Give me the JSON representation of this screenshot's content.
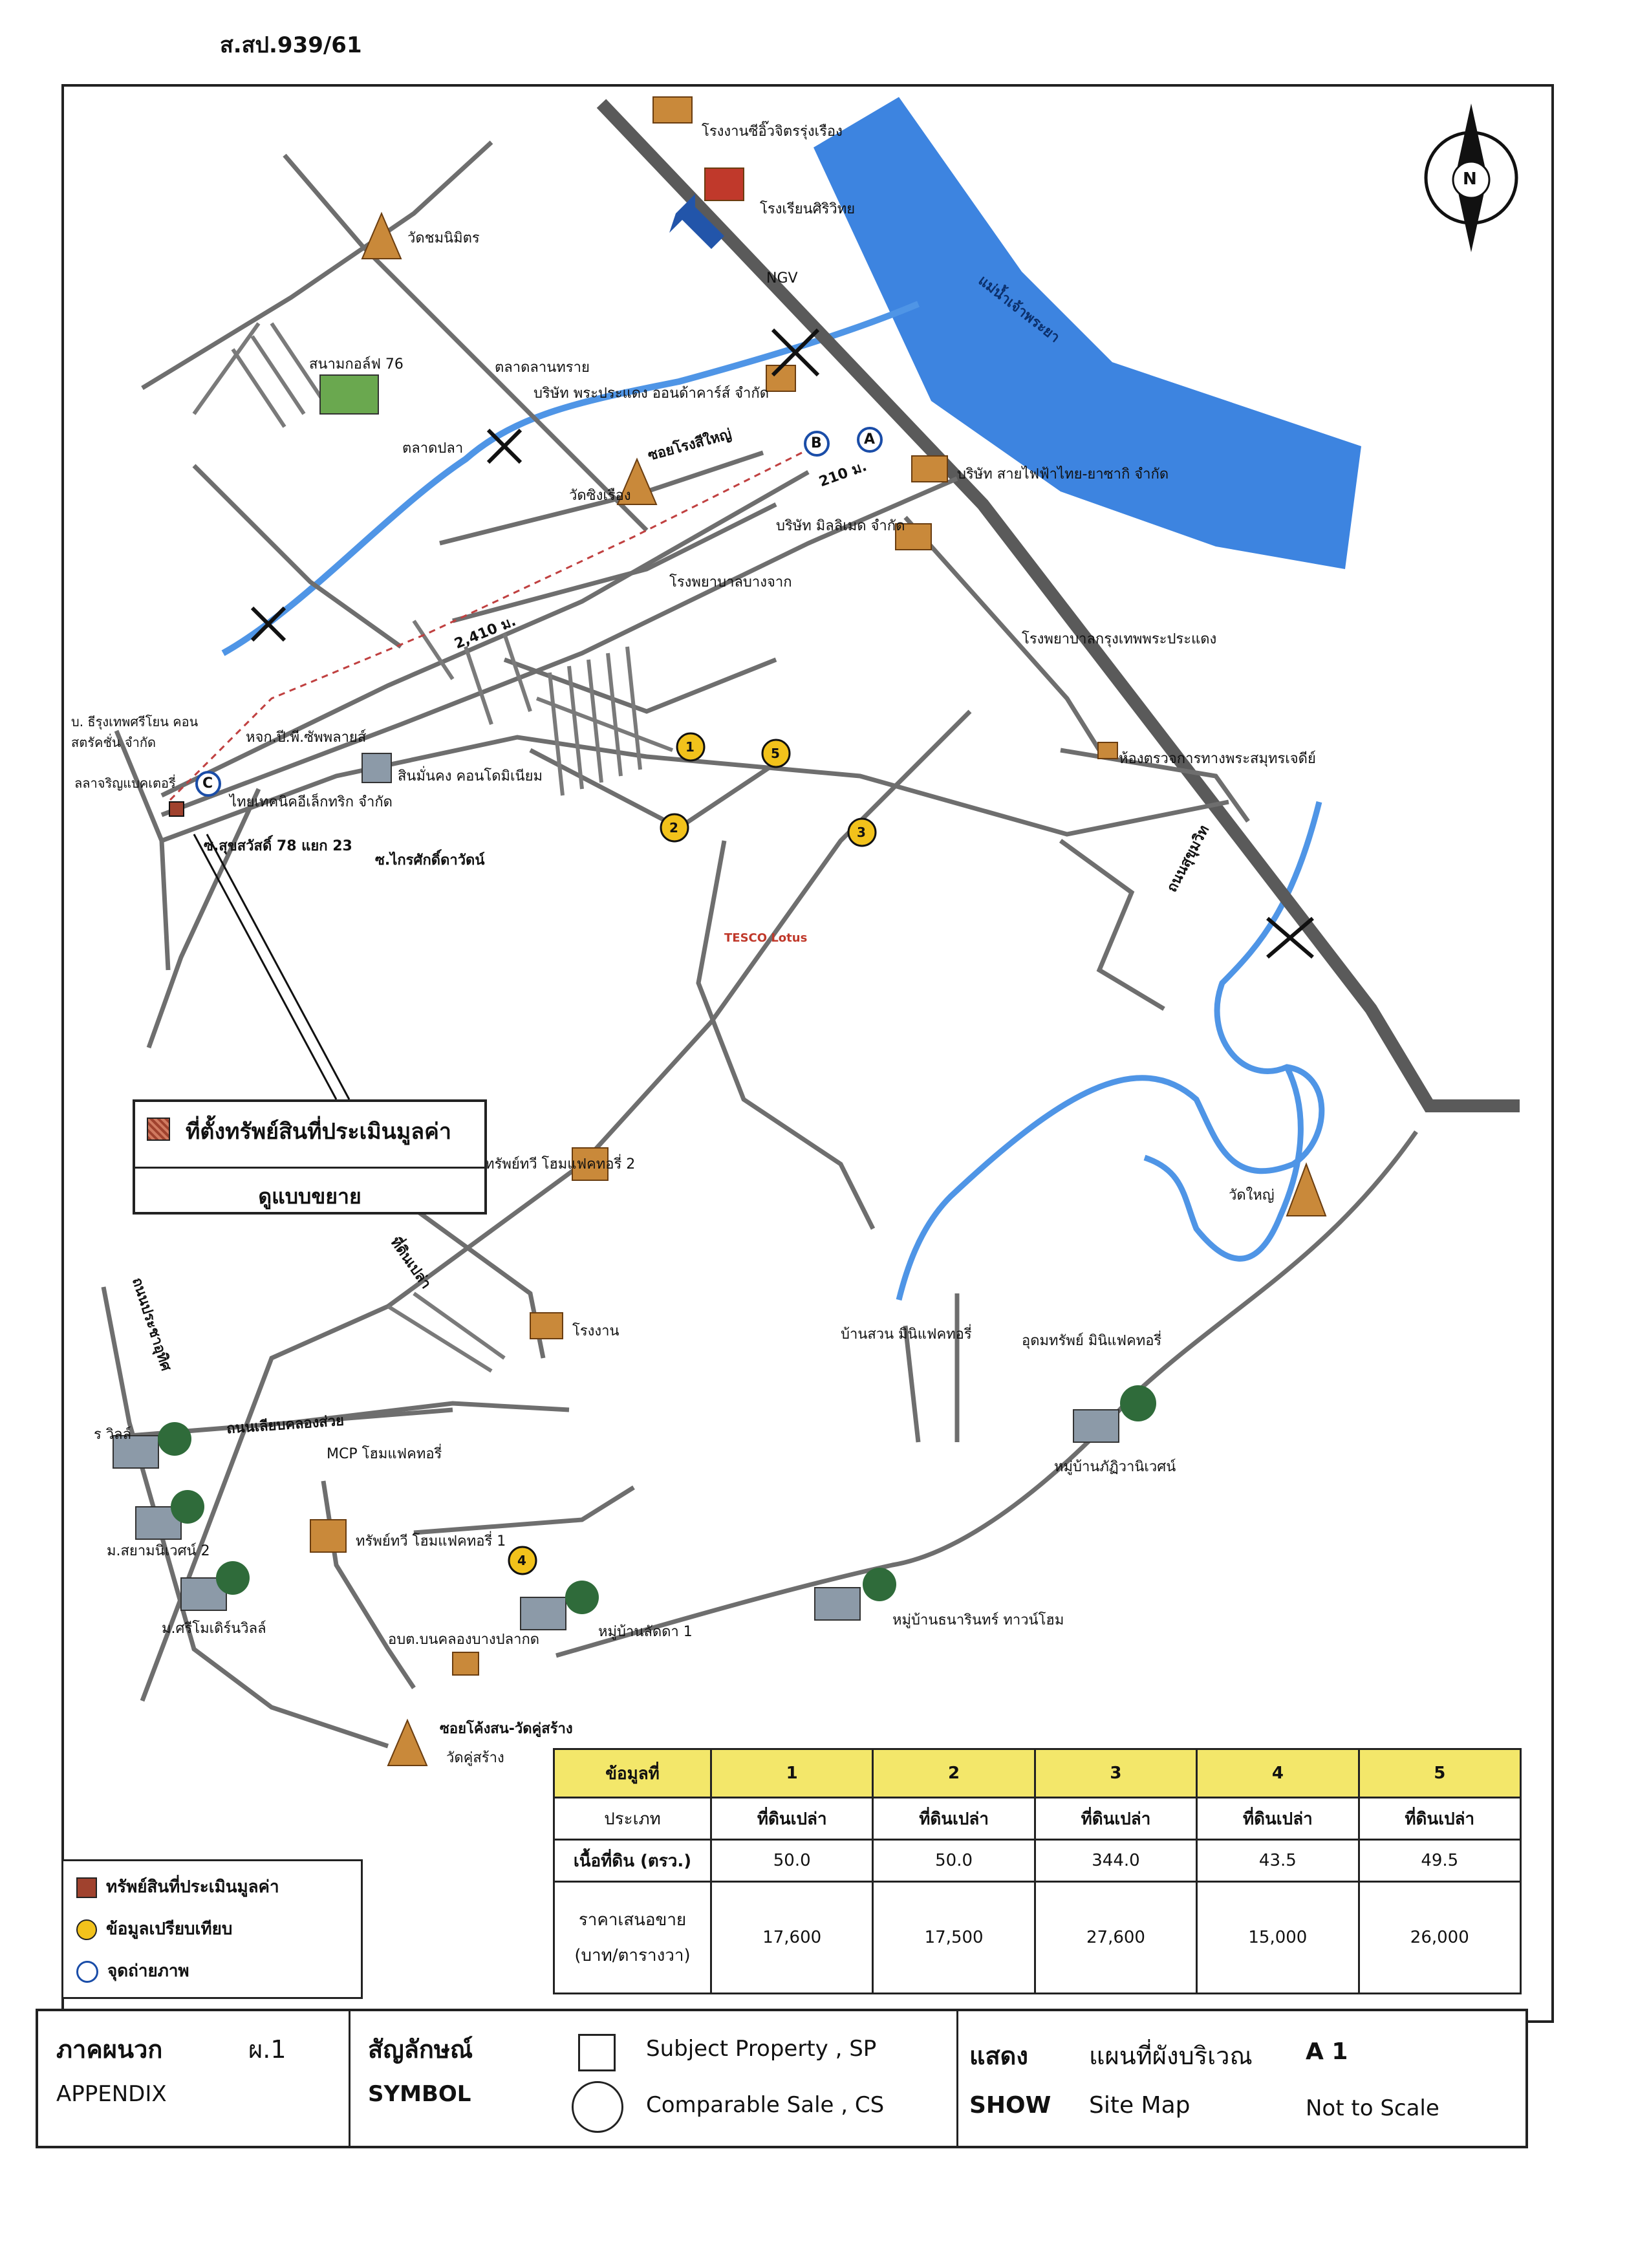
{
  "page_ref": "ส.สป.939/61",
  "compass": {
    "letter": "N"
  },
  "map_labels": {
    "factory_top": "โรงงานซีอิ๊วจิตรรุ่งเรือง",
    "school": "โรงเรียนศิริวิทย",
    "ngv": "NGV",
    "river_name": "แม่น้ำเจ้าพระยา",
    "road_main": "ถนนสุขุมวิท",
    "temple_1": "วัดชมนิมิตร",
    "golf": "สนามกอล์ฟ 76",
    "market_1": "ตลาดลานทราย",
    "company_1": "บริษัท พระประแดง ออนด้าคาร์ส์ จำกัด",
    "fish_market": "ตลาดปลา",
    "soi_road": "ซอยโรงสีใหญ่",
    "dist_210": "210 ม.",
    "company_2": "บริษัท สายไฟฟ้าไทย-ยาซากิ จำกัด",
    "temple_2": "วัดซิงเรือง",
    "company_3": "บริษัท มิลลิเมด จำกัด",
    "hospital_1": "โรงพยาบาลบางจาก",
    "hospital_2": "โรงพยาบาลกรุงเทพพระประแดง",
    "dist_2410": "2,410 ม.",
    "company_left": "บ. ธีรุงเทพศรีโยน คอนสตรัคชั่น จำกัด",
    "company_left2": "ลลาจริญแบคเตอรี่",
    "company_hjk": "หจก.ปี.พี.ซัพพลายส์",
    "condo": "สินมั่นคง คอนโดมิเนียม",
    "company_thai": "ไทยเทคนิคอีเล็กทริก จำกัด",
    "soi_78": "ซ.สุขสวัสดิ์ 78 แยก 23",
    "soi_krai": "ซ.ไกรศักดิ์ดาวัดน์",
    "office": "ห้องตรวจการทางพระสมุทรเจดีย์",
    "tesco": "TESCO Lotus",
    "home_2": "ทรัพย์ทวี โฮมแฟคทอรี่ 2",
    "vacant": "ที่ดินเปล่า",
    "factory_2": "โรงงาน",
    "village_1": "บ้านสวน มินิแฟคทอรี่",
    "home_udom": "อุดมทรัพย์ มินิแฟคทอรี่",
    "temple_yai": "วัดใหญ่",
    "village_2": "หมู่บ้านภัฏิวานิเวศน์",
    "mcp": "MCP โฮมแฟคทอรี่",
    "home_1": "ทรัพย์ทวี โฮมแฟคทอรี่ 1",
    "village_villa": "ร วิลล์",
    "siam": "ม.สยามนิเวศน์ 2",
    "sri": "ม.ศรีโมเดิร์นวิลล์",
    "school_2": "อบต.บนคลองบางปลากด",
    "village_3": "หมู่บ้านลัดดา 1",
    "village_4": "หมู่บ้านธนารินทร์ ทาวน์โฮม",
    "soi_kong": "ซอยโค้งสน-วัดคู่สร้าง",
    "temple_ku": "วัดคู่สร้าง",
    "road_left": "ถนนประชาอุทิศ",
    "road_lat": "ถนนเลียบคลองส่วย",
    "callout_title": "ที่ตั้งทรัพย์สินที่ประเมินมูลค่า",
    "callout_sub": "ดูแบบขยาย",
    "markers": [
      "1",
      "2",
      "3",
      "4",
      "5"
    ],
    "points": [
      "A",
      "B",
      "C"
    ]
  },
  "comparison_table": {
    "header_label": "ข้อมูลที่",
    "ids": [
      "1",
      "2",
      "3",
      "4",
      "5"
    ],
    "row_type_label": "ประเภท",
    "types": [
      "ที่ดินเปล่า",
      "ที่ดินเปล่า",
      "ที่ดินเปล่า",
      "ที่ดินเปล่า",
      "ที่ดินเปล่า"
    ],
    "row_area_label": "เนื้อที่ดิน (ตรว.)",
    "areas": [
      "50.0",
      "50.0",
      "344.0",
      "43.5",
      "49.5"
    ],
    "row_price_label_1": "ราคาเสนอขาย",
    "row_price_label_2": "(บาท/ตารางวา)",
    "prices": [
      "17,600",
      "17,500",
      "27,600",
      "15,000",
      "26,000"
    ]
  },
  "legend": {
    "items": [
      "ทรัพย์สินที่ประเมินมูลค่า",
      "ข้อมูลเปรียบเทียบ",
      "จุดถ่ายภาพ"
    ]
  },
  "footer": {
    "appendix_th": "ภาคผนวก",
    "appendix_en": "APPENDIX",
    "appendix_no": "ผ.1",
    "symbol_th": "สัญลักษณ์",
    "symbol_en": "SYMBOL",
    "subject": "Subject   Property , SP",
    "comparable": "Comparable  Sale , CS",
    "show_th": "แสดง",
    "show_en": "SHOW",
    "map_th": "แผนที่ผังบริเวณ",
    "map_en": "Site  Map",
    "code": "A 1",
    "scale": "Not to Scale"
  },
  "colors": {
    "river": "#3d84e0",
    "road": "#666666",
    "marker": "#f2c21b",
    "subject": "#a0422e",
    "table_header": "#f3e76a"
  }
}
